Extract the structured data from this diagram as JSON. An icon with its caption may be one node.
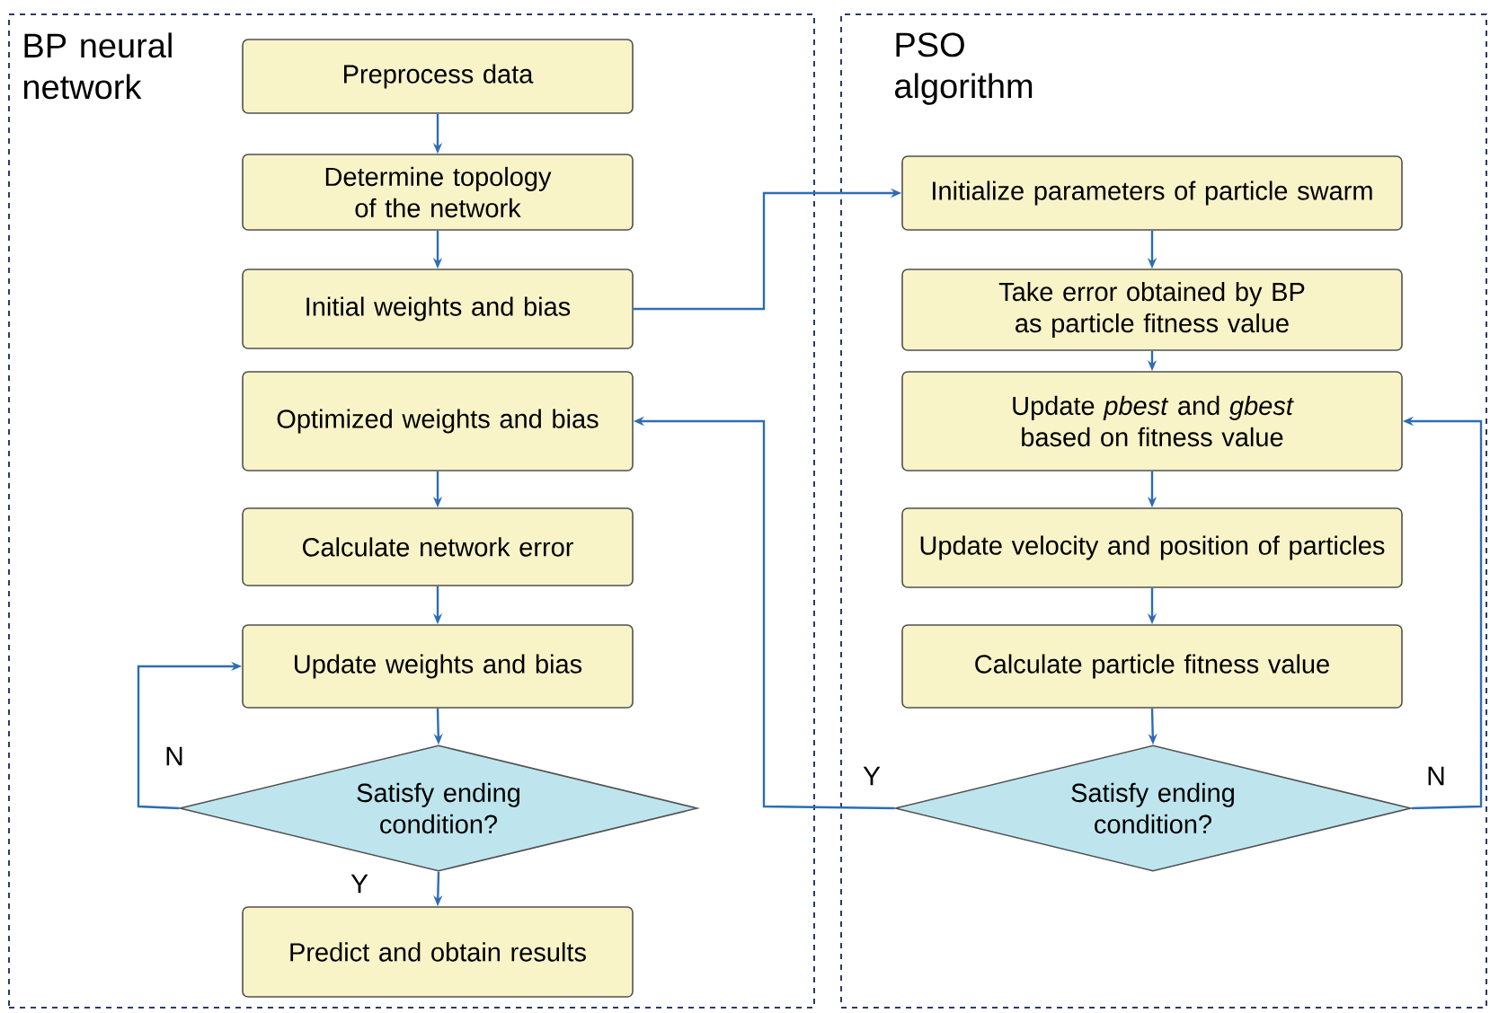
{
  "diagram": {
    "nodes": [
      {
        "text": [
          "BP neural network"
        ]
      },
      {
        "text": [
          "Preprocess data"
        ],
        "in": 0
      },
      {
        "text": [
          "Determine topology of the network"
        ],
        "in": 0
      },
      {
        "text": [
          "Initial weights and bias"
        ],
        "in": 0
      },
      {
        "text": [
          "Optimized weights and bias"
        ],
        "in": 0
      },
      {
        "text": [
          "Calculate network error"
        ],
        "in": 0
      },
      {
        "text": [
          "Update weights and bias"
        ],
        "in": 0
      },
      {
        "text": [
          "Satisfy ending condition?"
        ],
        "in": 0
      },
      {
        "text": [
          "Predict and obtain results"
        ],
        "in": 0
      },
      {
        "text": [
          "PSO algorithm"
        ]
      },
      {
        "text": [
          "Initialize parameters of particle swarm"
        ],
        "in": 9
      },
      {
        "text": [
          "Take error obtained by BP as particle fitness value"
        ],
        "in": 9
      },
      {
        "text": [
          "Update *pbest* and *gbest* based on fitness value"
        ],
        "in": 9
      },
      {
        "text": [
          "Update velocity and position of particles"
        ],
        "in": 9
      },
      {
        "text": [
          "Calculate particle fitness value"
        ],
        "in": 9
      },
      {
        "text": [
          "Satisfy ending condition?"
        ],
        "in": 9
      }
    ],
    "edges": [
      {
        "from": 1,
        "to": 2,
        "arrow": "to"
      },
      {
        "from": 2,
        "to": 3,
        "arrow": "to"
      },
      {
        "from": 3,
        "to": 10,
        "arrow": "to"
      },
      {
        "from": 4,
        "to": 5,
        "arrow": "to"
      },
      {
        "from": 5,
        "to": 6,
        "arrow": "to"
      },
      {
        "from": 6,
        "to": 7,
        "arrow": "to"
      },
      {
        "from": 7,
        "to": 8,
        "arrow": "to",
        "label": "Y"
      },
      {
        "from": 7,
        "to": 6,
        "arrow": "to",
        "label": "N"
      },
      {
        "from": 10,
        "to": 11,
        "arrow": "to"
      },
      {
        "from": 11,
        "to": 12,
        "arrow": "to"
      },
      {
        "from": 12,
        "to": 13,
        "arrow": "to"
      },
      {
        "from": 13,
        "to": 14,
        "arrow": "to"
      },
      {
        "from": 14,
        "to": 15,
        "arrow": "to"
      },
      {
        "from": 15,
        "to": 4,
        "arrow": "to",
        "label": "Y"
      },
      {
        "from": 15,
        "to": 12,
        "arrow": "to",
        "label": "N"
      }
    ]
  }
}
